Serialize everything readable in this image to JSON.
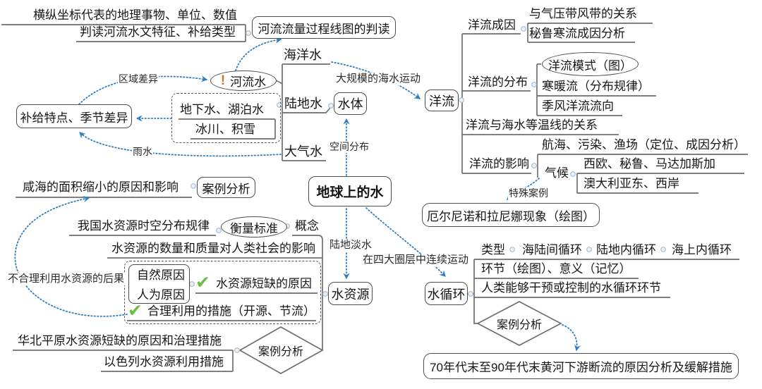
{
  "colors": {
    "arrow_blue": "#2e7fc1",
    "line_gray": "#6f6f6f",
    "check_green": "#6cbf44",
    "alert_orange": "#c9722e",
    "background": "#ffffff",
    "text": "#161616"
  },
  "root": {
    "label": "地球上的水"
  },
  "water_body": {
    "node": "水体",
    "spatial_label": "空间分布",
    "ocean": "海洋水",
    "land": "陆地水",
    "atmosphere": "大气水",
    "river": {
      "label": "河流水",
      "alert_icon": "!"
    },
    "ground_box": {
      "line1": "地下水、湖泊水",
      "line2": "冰川、积雪"
    },
    "supply": "补给特点、季节差异",
    "region_diff_label": "区域差异",
    "rain_label": "雨水",
    "hydrograph_note1": "横纵坐标代表的地理事物、单位、数值",
    "hydrograph_note2": "判读河流水文特征、补给类型",
    "hydrograph": "河流流量过程线图的判读"
  },
  "current": {
    "node": "洋流",
    "move_label": "大规模的海水运动",
    "cause": {
      "label": "洋流成因",
      "wind": "与气压带风带的关系",
      "peru": "秘鲁寒流成因分析"
    },
    "distribution": {
      "label": "洋流的分布",
      "pattern": "洋流模式（图）",
      "warm_cold": "寒暖流（分布规律）",
      "monsoon": "季风洋流流向"
    },
    "isotherm": "洋流与海水等温线的关系",
    "influence": {
      "label": "洋流的影响",
      "nav": "航海、污染、渔场（定位、成因分析）",
      "climate": {
        "label": "气候",
        "regions1": "西欧、秘鲁、马达加斯加",
        "regions2": "澳大利亚东、西岸"
      }
    },
    "special_label": "特殊案例",
    "elnino": "厄尔尼诺和拉尼娜现象（绘图）"
  },
  "resource": {
    "node": "水资源",
    "freshwater_label": "陆地淡水",
    "concept": "概念",
    "standard": "衡量标准",
    "china": "我国水资源时空分布规律",
    "aral": "咸海的面积缩小的原因和影响",
    "aral_case": "案例分析",
    "impact": "水资源的数量和质量对人类社会的影响",
    "shortage": {
      "natural": "自然原因",
      "human": "人为原因",
      "check_icon": "✔",
      "cause": "水资源短缺的原因",
      "measures": "合理利用的措施（开源、节流）"
    },
    "consequence_label": "不合理利用水资源的后果",
    "north_china": "华北平原水资源短缺的原因和治理措施",
    "israel": "以色列水资源利用措施",
    "case": "案例分析"
  },
  "cycle": {
    "node": "水循环",
    "spheres_label": "在四大圈层中连续运动",
    "type_label": "类型",
    "types": [
      "海陆间循环",
      "陆地内循环",
      "海上内循环"
    ],
    "links": "环节（绘图）、意义（记忆）",
    "human": "人类能够干预或控制的水循环环节",
    "case": "案例分析",
    "yellow_river": "70年代末至90年代末黄河下游断流的原因分析及缓解措施"
  }
}
